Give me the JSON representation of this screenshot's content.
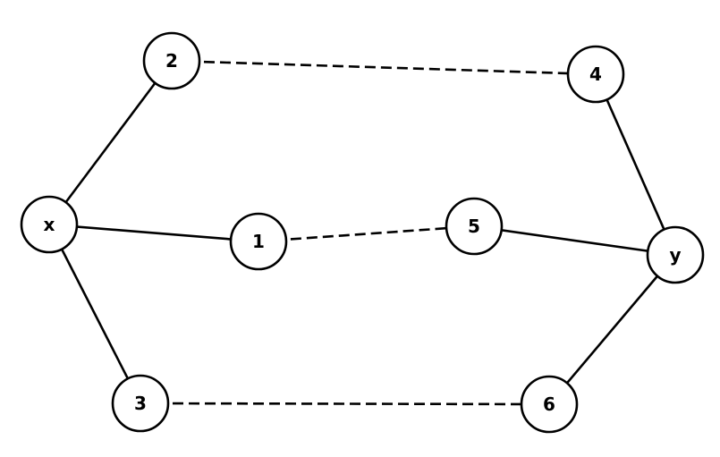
{
  "graph": {
    "nodes": [
      {
        "id": "x",
        "label": "x"
      },
      {
        "id": "1",
        "label": "1"
      },
      {
        "id": "2",
        "label": "2"
      },
      {
        "id": "3",
        "label": "3"
      },
      {
        "id": "4",
        "label": "4"
      },
      {
        "id": "5",
        "label": "5"
      },
      {
        "id": "6",
        "label": "6"
      },
      {
        "id": "y",
        "label": "y"
      }
    ],
    "edges": [
      {
        "from": "x",
        "to": "2",
        "style": "solid"
      },
      {
        "from": "x",
        "to": "1",
        "style": "solid"
      },
      {
        "from": "x",
        "to": "3",
        "style": "solid"
      },
      {
        "from": "2",
        "to": "4",
        "style": "dashed"
      },
      {
        "from": "1",
        "to": "5",
        "style": "dashed"
      },
      {
        "from": "3",
        "to": "6",
        "style": "dashed"
      },
      {
        "from": "4",
        "to": "y",
        "style": "solid"
      },
      {
        "from": "5",
        "to": "y",
        "style": "solid"
      },
      {
        "from": "6",
        "to": "y",
        "style": "solid"
      }
    ]
  }
}
